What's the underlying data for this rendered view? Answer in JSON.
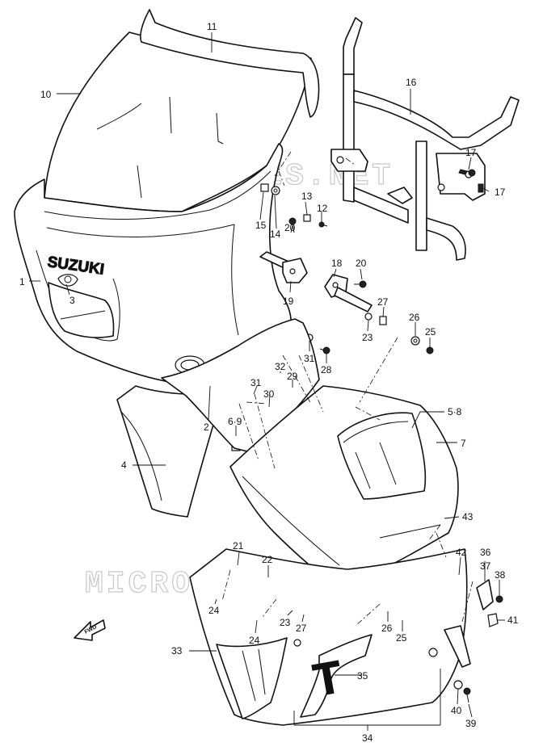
{
  "watermark": "MICROFICHES.NET",
  "brand_logo": "SUZUKI",
  "direction_label": "FWD",
  "decal_letter": "T",
  "callouts": {
    "c1": "1",
    "c2": "2",
    "c3": "3",
    "c4": "4",
    "c5_8": "5·8",
    "c6_9": "6·9",
    "c7": "7",
    "c10": "10",
    "c11": "11",
    "c12": "12",
    "c13": "13",
    "c14": "14",
    "c15": "15",
    "c16": "16",
    "c17a": "17",
    "c17b": "17",
    "c18": "18",
    "c19": "19",
    "c20a": "20",
    "c20b": "20",
    "c21": "21",
    "c22": "22",
    "c23a": "23",
    "c23b": "23",
    "c24a": "24",
    "c24b": "24",
    "c25a": "25",
    "c25b": "25",
    "c26a": "26",
    "c26b": "26",
    "c27a": "27",
    "c27b": "27",
    "c28": "28",
    "c29": "29",
    "c30": "30",
    "c31a": "31",
    "c31b": "31",
    "c32": "32",
    "c33": "33",
    "c34": "34",
    "c35": "35",
    "c36": "36",
    "c37": "37",
    "c38": "38",
    "c39": "39",
    "c40": "40",
    "c41": "41",
    "c42": "42",
    "c43": "43"
  }
}
